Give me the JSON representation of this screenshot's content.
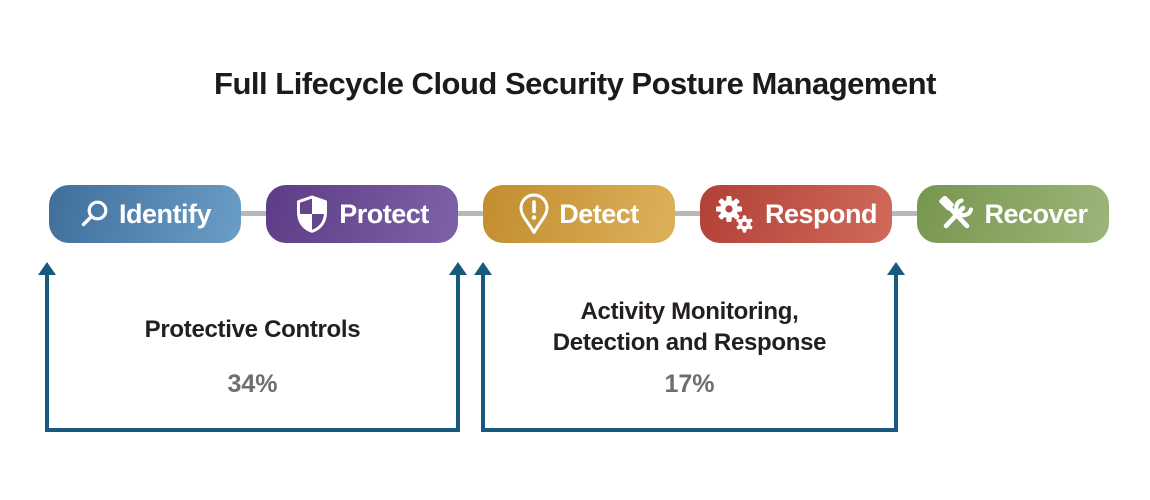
{
  "title": "Full Lifecycle Cloud Security Posture Management",
  "stages": [
    {
      "label": "Identify",
      "icon": "search-icon",
      "color_from": "#3f6e9b",
      "color_to": "#6b9ec6"
    },
    {
      "label": "Protect",
      "icon": "shield-icon",
      "color_from": "#5c3c86",
      "color_to": "#7e62a6"
    },
    {
      "label": "Detect",
      "icon": "alert-pin-icon",
      "color_from": "#c18d2f",
      "color_to": "#ddb15b"
    },
    {
      "label": "Respond",
      "icon": "gears-icon",
      "color_from": "#b24036",
      "color_to": "#d06a5b"
    },
    {
      "label": "Recover",
      "icon": "tools-icon",
      "color_from": "#77964f",
      "color_to": "#9cb67a"
    }
  ],
  "brackets": [
    {
      "line1": "Protective Controls",
      "line2": "",
      "percent": "34%"
    },
    {
      "line1": "Activity Monitoring,",
      "line2": "Detection and Response",
      "percent": "17%"
    }
  ],
  "colors": {
    "bracket_arrow": "#185a7d",
    "connector_line": "#b8b8b8",
    "label_text": "#231f20",
    "percent_text": "#6d6e71",
    "title_text": "#1b1b1d"
  }
}
